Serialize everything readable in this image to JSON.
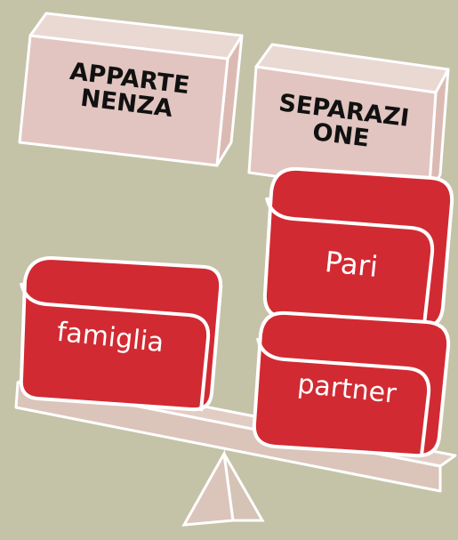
{
  "labels": {
    "appartenenza": "APPARTE NENZA",
    "separazione": "SEPARAZI ONE",
    "famiglia": "famiglia",
    "pari": "Pari",
    "partner": "partner"
  },
  "colors": {
    "background": "#c4c3a8",
    "pink_box": "#e6c4c2",
    "red_block": "#d22a32",
    "outline": "#ffffff"
  }
}
